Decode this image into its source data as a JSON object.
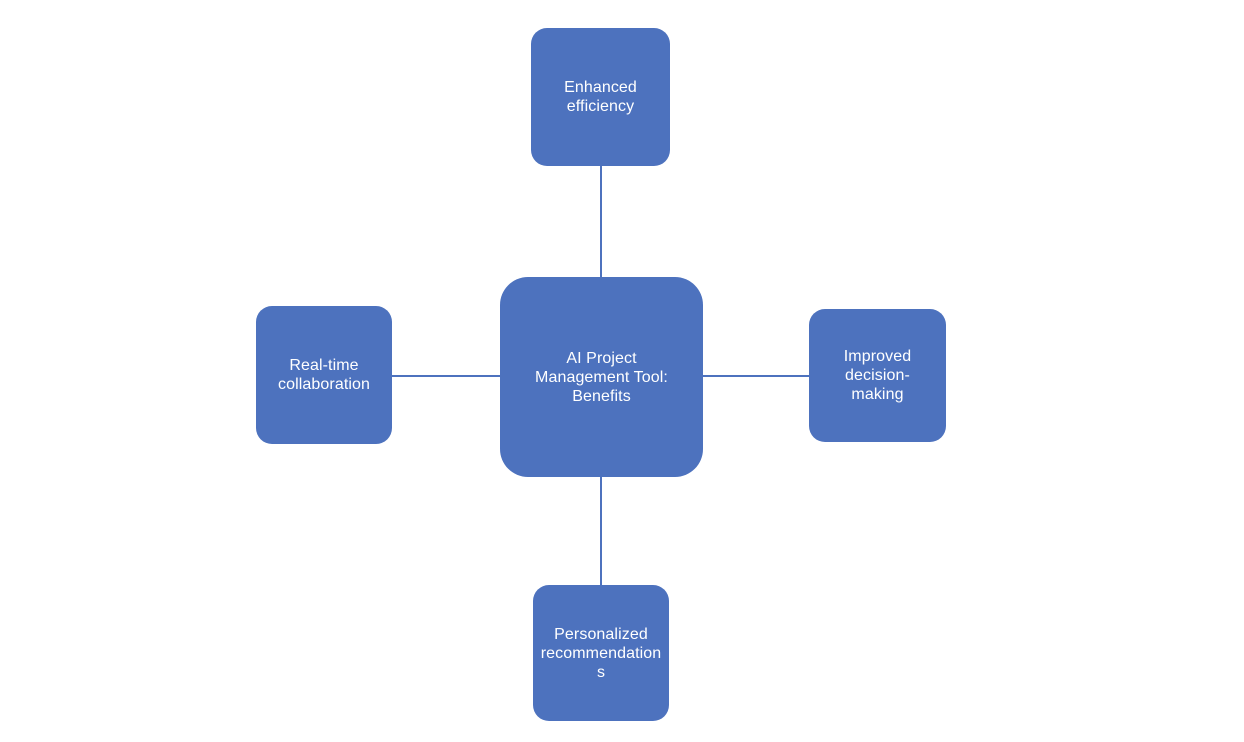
{
  "diagram": {
    "type": "mind-map",
    "layout": "hub-and-spoke",
    "background_color": "#ffffff",
    "node_fill_color": "#4d72be",
    "node_text_color": "#ffffff",
    "connector_color": "#4d72be",
    "center": {
      "id": "center",
      "label": "AI Project\nManagement Tool:\nBenefits"
    },
    "branches": [
      {
        "id": "top",
        "position": "top",
        "label": "Enhanced\nefficiency"
      },
      {
        "id": "left",
        "position": "left",
        "label": "Real-time\ncollaboration"
      },
      {
        "id": "right",
        "position": "right",
        "label": "Improved\ndecision-\nmaking"
      },
      {
        "id": "bottom",
        "position": "bottom",
        "label": "Personalized\nrecommendations"
      }
    ]
  }
}
